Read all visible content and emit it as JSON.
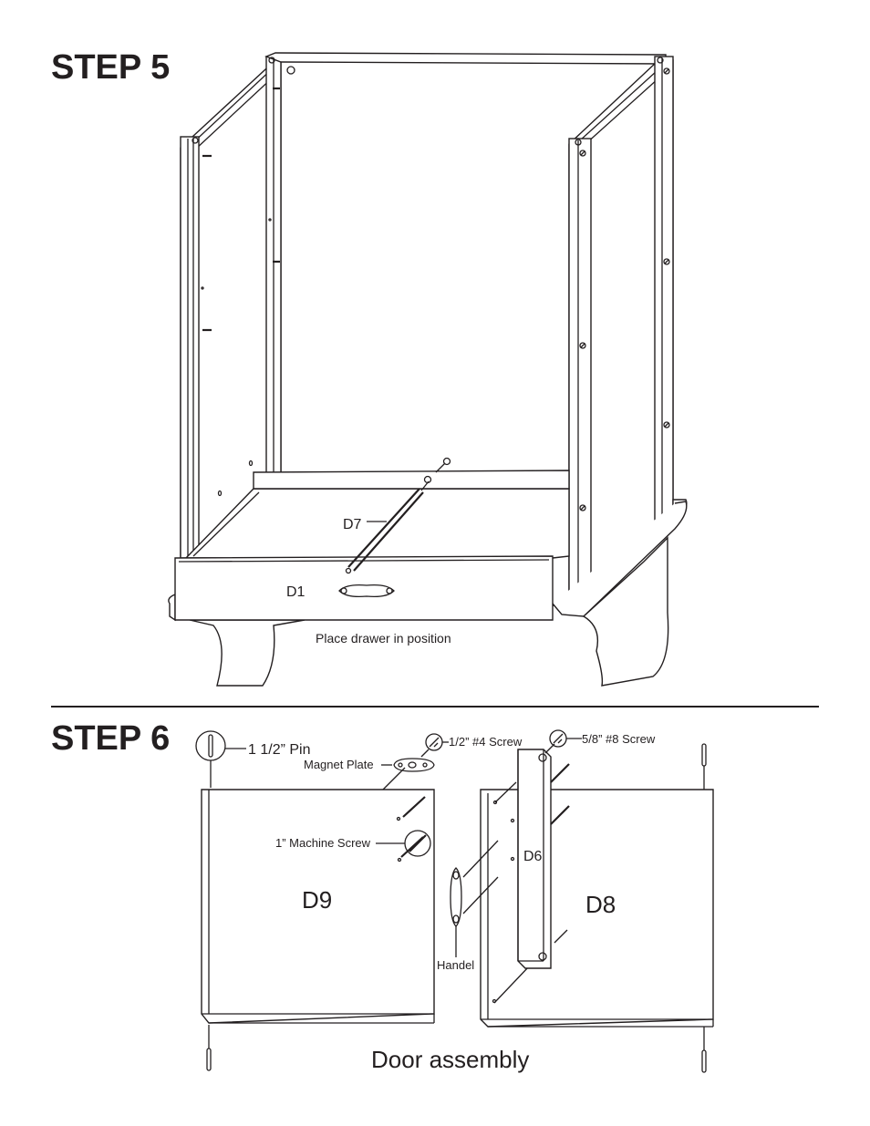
{
  "step5": {
    "title": "STEP 5",
    "labels": {
      "d7": "D7",
      "d1": "D1",
      "caption": "Place drawer in position"
    }
  },
  "step6": {
    "title": "STEP 6",
    "labels": {
      "pin": "1 1/2” Pin",
      "magnet_plate": "Magnet Plate",
      "screw_4": "1/2” #4 Screw",
      "screw_8": "5/8” #8 Screw",
      "machine_screw": "1” Machine Screw",
      "d6": "D6",
      "d9": "D9",
      "d8": "D8",
      "handle": "Handel",
      "caption": "Door assembly"
    }
  },
  "colors": {
    "ink": "#231f20",
    "paper": "#ffffff"
  }
}
